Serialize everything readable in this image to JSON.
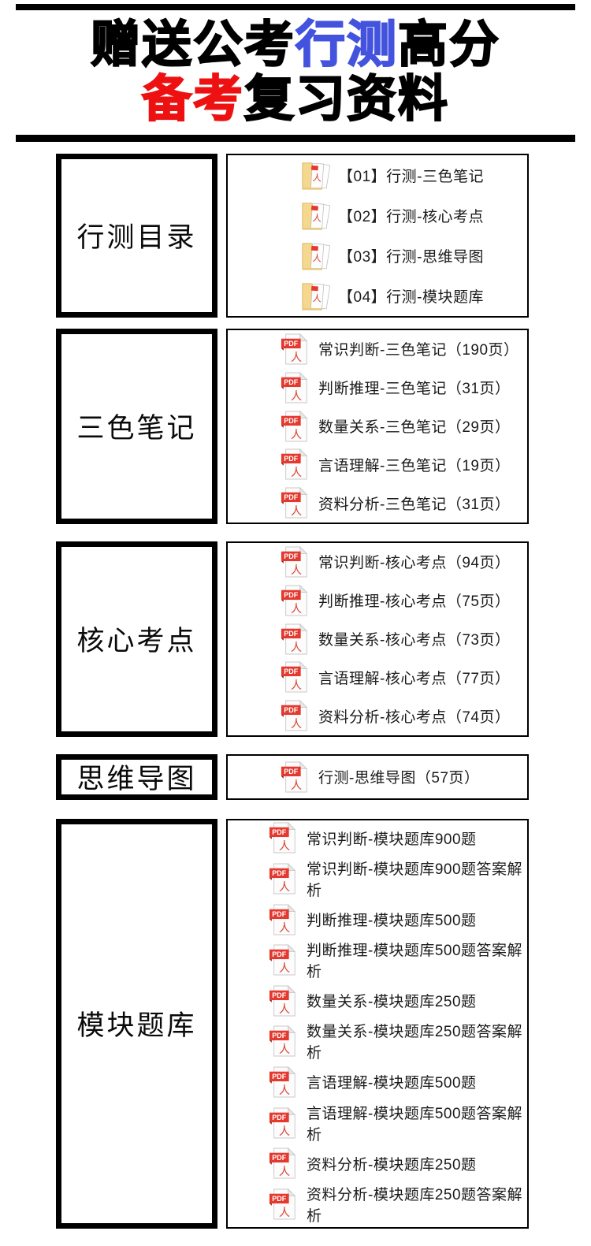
{
  "title": {
    "line1": [
      {
        "text": "赠送公考",
        "color": "#000000"
      },
      {
        "text": "行测",
        "color": "#4353de"
      },
      {
        "text": "高分",
        "color": "#000000"
      }
    ],
    "line2": [
      {
        "text": "备考",
        "color": "#ed1111"
      },
      {
        "text": "复习资料",
        "color": "#000000"
      }
    ]
  },
  "colors": {
    "title_accent_blue": "#4353de",
    "title_accent_red": "#ed1111",
    "pdf_banner_red": "#e4392e",
    "pdf_glyph_red": "#d8412f",
    "folder_yellow": "#f5d78e",
    "border_black": "#000000"
  },
  "icons": {
    "folder": "pdf-folder-icon",
    "pdf": "pdf-file-icon"
  },
  "sections": [
    {
      "label": "行测目录",
      "icon": "pdf-folder-icon",
      "items": [
        "【01】行测-三色笔记",
        "【02】行测-核心考点",
        "【03】行测-思维导图",
        "【04】行测-模块题库"
      ]
    },
    {
      "label": "三色笔记",
      "icon": "pdf-file-icon",
      "items": [
        "常识判断-三色笔记（190页）",
        "判断推理-三色笔记（31页）",
        "数量关系-三色笔记（29页）",
        "言语理解-三色笔记（19页）",
        "资料分析-三色笔记（31页）"
      ]
    },
    {
      "label": "核心考点",
      "icon": "pdf-file-icon",
      "items": [
        "常识判断-核心考点（94页）",
        "判断推理-核心考点（75页）",
        "数量关系-核心考点（73页）",
        "言语理解-核心考点（77页）",
        "资料分析-核心考点（74页）"
      ]
    },
    {
      "label": "思维导图",
      "icon": "pdf-file-icon",
      "items": [
        "行测-思维导图（57页）"
      ]
    },
    {
      "label": "模块题库",
      "icon": "pdf-file-icon",
      "items": [
        "常识判断-模块题库900题",
        "常识判断-模块题库900题答案解析",
        "判断推理-模块题库500题",
        "判断推理-模块题库500题答案解析",
        "数量关系-模块题库250题",
        "数量关系-模块题库250题答案解析",
        "言语理解-模块题库500题",
        "言语理解-模块题库500题答案解析",
        "资料分析-模块题库250题",
        "资料分析-模块题库250题答案解析"
      ]
    }
  ]
}
